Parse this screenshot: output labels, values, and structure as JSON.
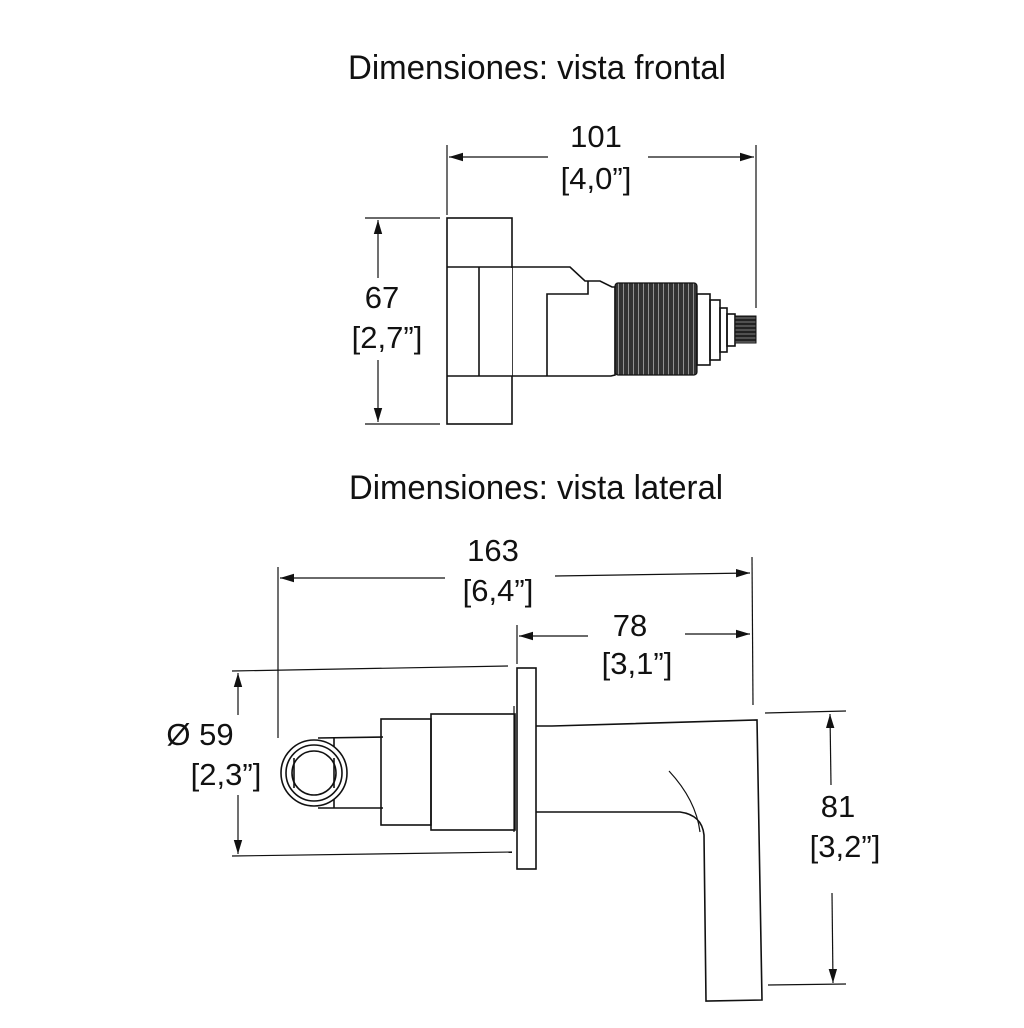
{
  "front_view": {
    "title": "Dimensiones: vista frontal",
    "width_mm": "101",
    "width_in": "[4,0”]",
    "height_mm": "67",
    "height_in": "[2,7”]"
  },
  "side_view": {
    "title": "Dimensiones: vista lateral",
    "length_mm": "163",
    "length_in": "[6,4”]",
    "projection_mm": "78",
    "projection_in": "[3,1”]",
    "diameter_mm": "Ø 59",
    "diameter_in": "[2,3”]",
    "height_mm": "81",
    "height_in": "[3,2”]"
  }
}
